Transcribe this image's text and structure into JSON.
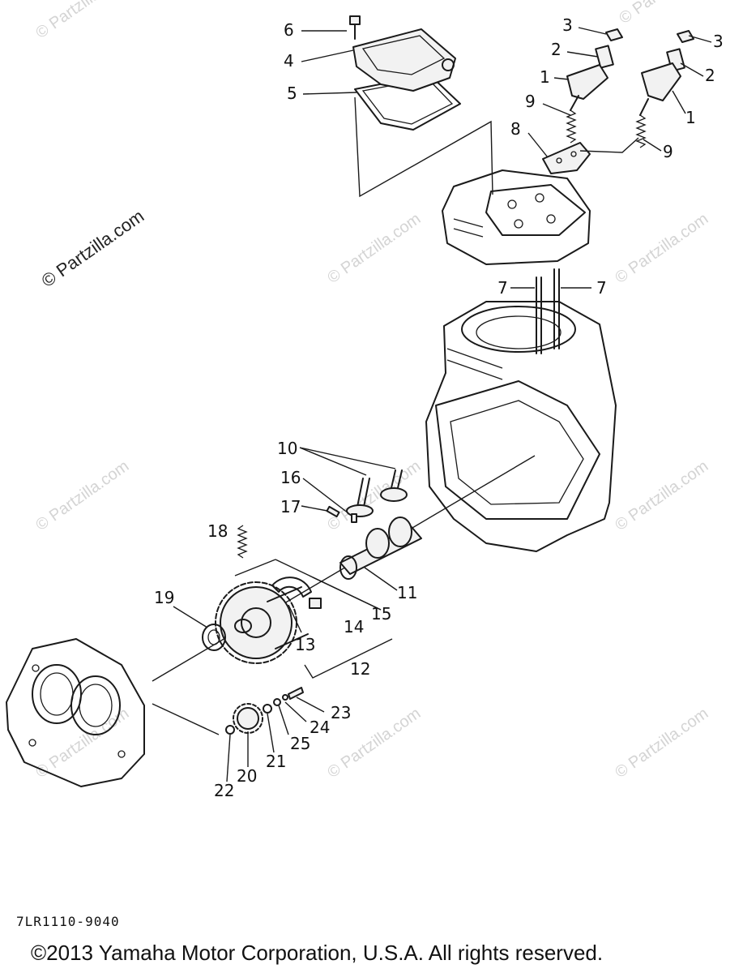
{
  "watermarks": {
    "main": "© Partzilla.com",
    "faint": "© Partzilla.com"
  },
  "callouts": {
    "c1a": "1",
    "c1b": "1",
    "c2a": "2",
    "c2b": "2",
    "c3a": "3",
    "c3b": "3",
    "c4": "4",
    "c5": "5",
    "c6": "6",
    "c7a": "7",
    "c7b": "7",
    "c8": "8",
    "c9a": "9",
    "c9b": "9",
    "c10": "10",
    "c11": "11",
    "c12": "12",
    "c13": "13",
    "c14": "14",
    "c15": "15",
    "c16": "16",
    "c17": "17",
    "c18": "18",
    "c19": "19",
    "c20": "20",
    "c21": "21",
    "c22": "22",
    "c23": "23",
    "c24": "24",
    "c25": "25"
  },
  "diagram_code": "7LR1110-9040",
  "copyright": "©2013  Yamaha Motor Corporation, U.S.A. All rights reserved."
}
